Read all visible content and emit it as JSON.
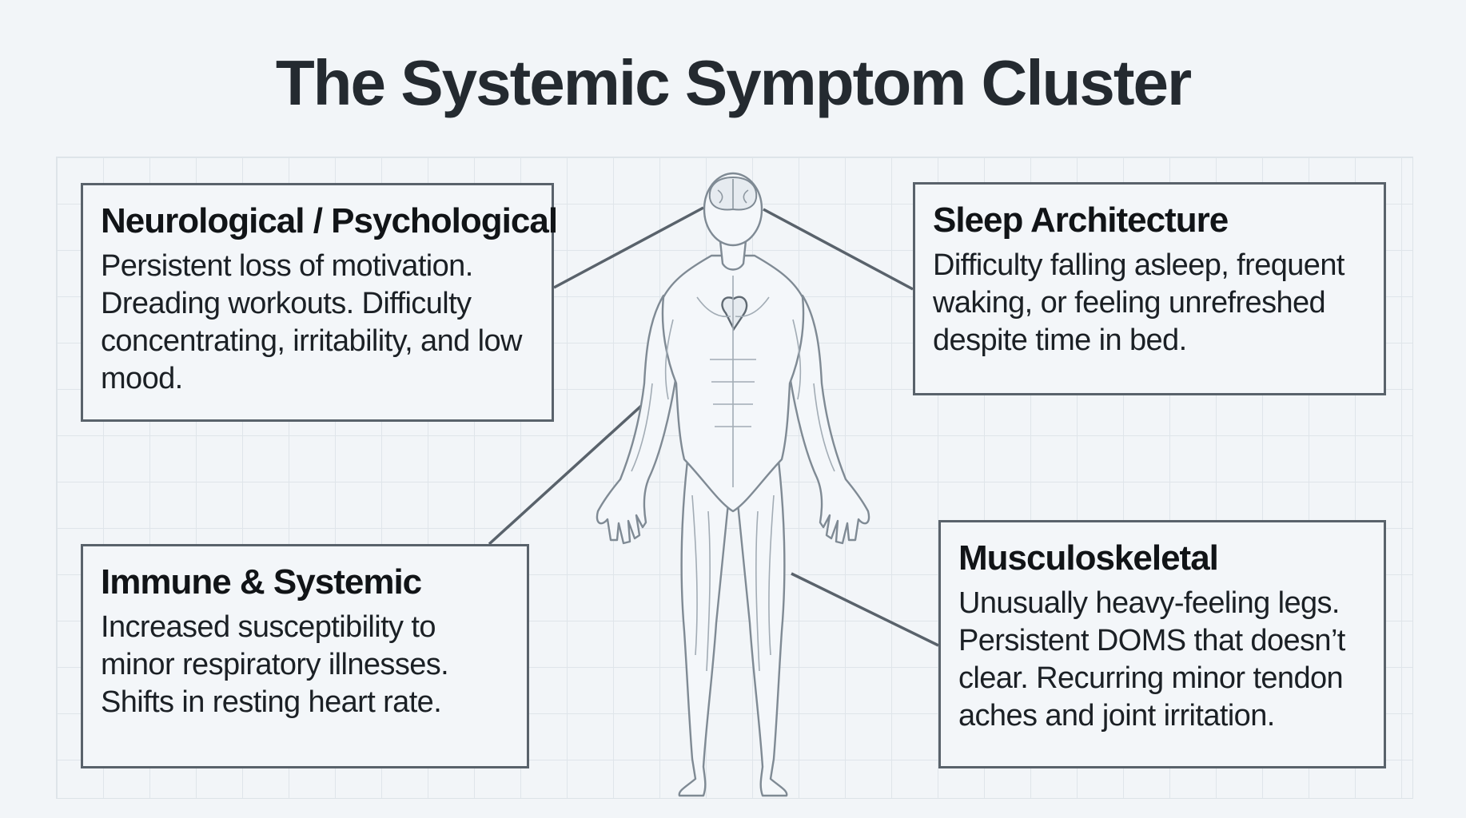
{
  "title": "The Systemic Symptom Cluster",
  "cards": {
    "neurological": {
      "title": "Neurological / Psychological",
      "body": "Persistent loss of motivation. Dreading workouts. Difficulty concentrating, irritability, and low mood."
    },
    "sleep": {
      "title": "Sleep Architecture",
      "body": "Difficulty falling asleep, frequent waking, or feeling unrefreshed despite time in bed."
    },
    "immune": {
      "title": "Immune & Systemic",
      "body": "Increased susceptibility to minor respiratory illnesses. Shifts in resting heart rate."
    },
    "musculoskeletal": {
      "title": "Musculoskeletal",
      "body": "Unusually heavy-feeling legs. Persistent DOMS that doesn’t clear. Recurring minor tendon aches and joint irritation."
    }
  },
  "colors": {
    "background": "#f2f5f8",
    "grid": "#dfe5ea",
    "border": "#59626b",
    "figure_line": "#7f8a94",
    "text": "#1a1f24"
  },
  "illustration": "human-anatomy-figure"
}
